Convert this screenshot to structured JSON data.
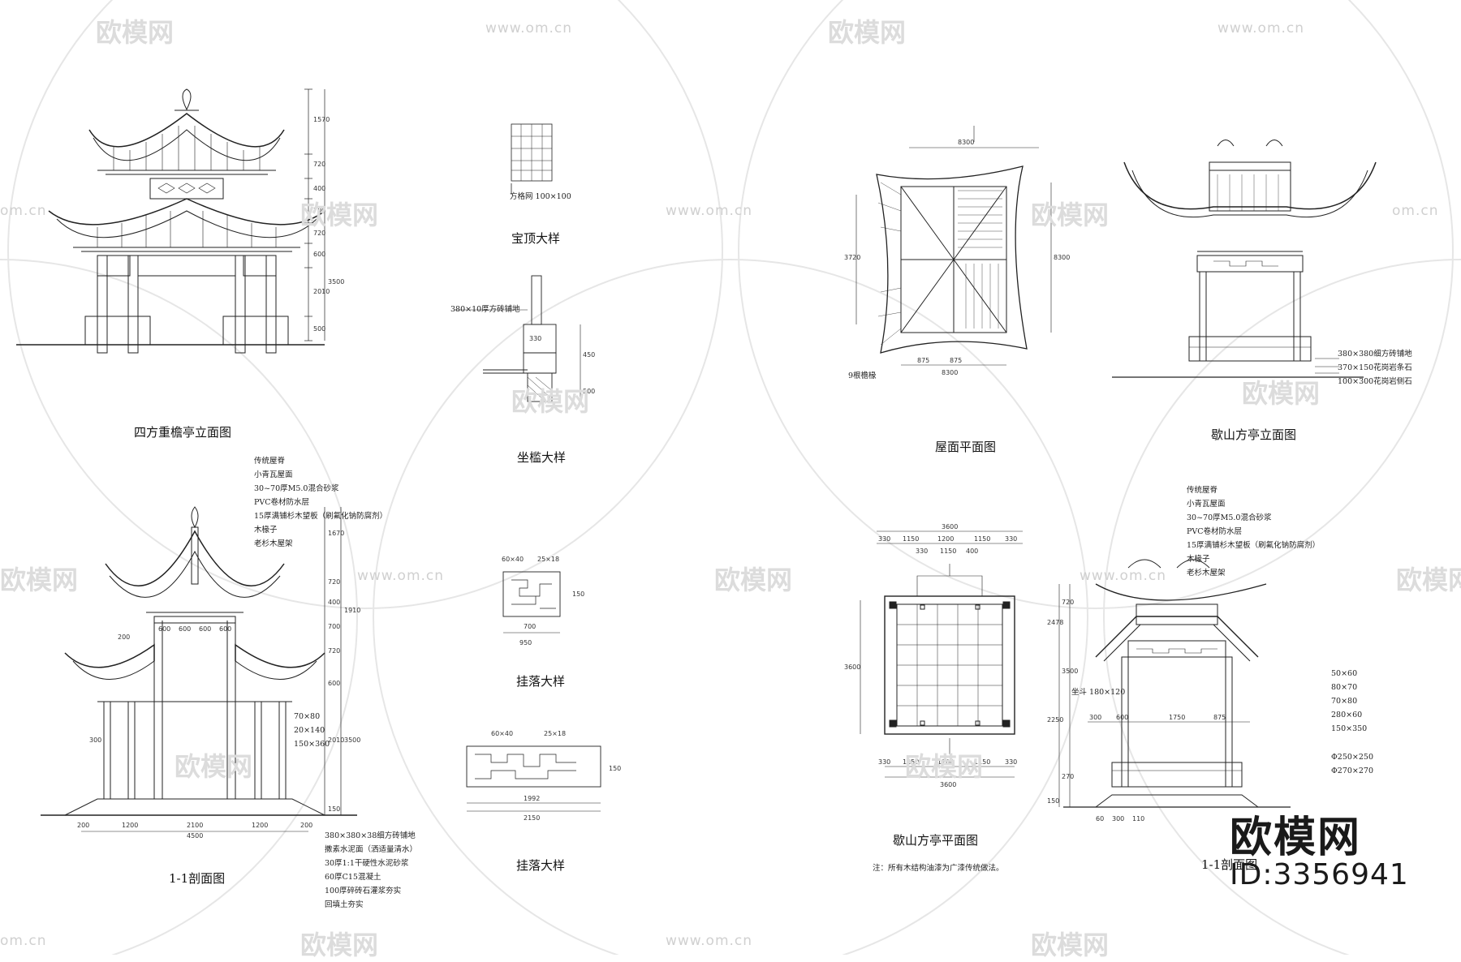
{
  "drawings": {
    "double_eave_elevation": "四方重檐亭立面图",
    "roof_top_detail": "宝顶大样",
    "seat_rail_detail": "坐槛大样",
    "hanging_detail_1": "挂落大样",
    "hanging_detail_2": "挂落大样",
    "section_1": "1-1剖面图",
    "roof_plan": "屋面平面图",
    "gable_elevation": "歇山方亭立面图",
    "gable_plan": "歇山方亭平面图",
    "section_2": "1-1剖面图"
  },
  "annotations": {
    "lattice": "方格网 100×100",
    "seat_board": "380×10厚方砖铺地",
    "hip_rafter": "9根檐椽",
    "plan_note": "注：所有木结构油漆为广漆传统做法。",
    "member_1": "坐斗 180×120"
  },
  "roof_layers": [
    "传统屋脊",
    "小青瓦屋面",
    "30~70厚M5.0混合砂浆",
    "PVC卷材防水层",
    "15厚满铺杉木望板（刷氟化钠防腐剂）",
    "木椽子",
    "老杉木屋架"
  ],
  "roof_layers_right": [
    "传统屋脊",
    "小青瓦屋面",
    "30~70厚M5.0混合砂浆",
    "PVC卷材防水层",
    "15厚满铺杉木望板（刷氟化钠防腐剂）",
    "木椽子",
    "老杉木屋架"
  ],
  "floor_layers": [
    "380×380×38细方砖铺地",
    "撒素水泥面（洒适量清水）",
    "30厚1:1干硬性水泥砂浆",
    "60厚C15混凝土",
    "100厚碎砖石灌浆夯实",
    "回填土夯实"
  ],
  "elevation_right_layers": [
    "380×380细方砖铺地",
    "370×150花岗岩条石",
    "100×300花岗岩侧石"
  ],
  "member_sizes": [
    "50×60",
    "80×70",
    "70×80",
    "280×60",
    "150×350"
  ],
  "member_sizes_left": [
    "70×80",
    "20×140",
    "150×360"
  ],
  "member_sizes_lower": [
    "Φ250×250",
    "Φ270×270"
  ],
  "dims": {
    "elev_total": "8300",
    "plan_total": "3600",
    "plan_sub": [
      "330",
      "1150",
      "1200",
      "1150",
      "330"
    ],
    "section_bottom": [
      "200",
      "1200",
      "2100",
      "1200",
      "200"
    ],
    "section_total": "4500",
    "rail_width": "950",
    "rail_inner": "700",
    "rail_top": [
      "60×40",
      "25×18"
    ],
    "hang_width": "2150",
    "hang_inner": "1992",
    "hang_top": [
      "60×40",
      "25×18"
    ],
    "hang_side": "150",
    "rail_side": "150",
    "seat_dims": [
      "330",
      "450",
      "500"
    ],
    "elev_vert": [
      "1570",
      "720",
      "400",
      "700",
      "720",
      "600",
      "3500",
      "2010",
      "500"
    ],
    "section_vert": [
      "1670",
      "720",
      "400",
      "1910",
      "700",
      "720",
      "600",
      "2010",
      "3500",
      "150"
    ],
    "right_section_horiz": [
      "300",
      "600",
      "1750",
      "875"
    ],
    "right_section_vert": [
      "720",
      "2478",
      "3500",
      "2250",
      "150",
      "270"
    ],
    "right_section_bottom": [
      "60",
      "300",
      "110"
    ],
    "right_elev_bottom": [
      "875",
      "875"
    ],
    "plan_cell": [
      "330",
      "1150",
      "400"
    ],
    "section_cols": [
      "200",
      "600",
      "600",
      "600",
      "600",
      "300"
    ],
    "roof_plan_side": "3720",
    "roof_plan_top": "8300"
  },
  "watermark": {
    "site": "www.om.cn",
    "site_short": "om.cn",
    "brand": "欧模网"
  },
  "brand": {
    "logo": "欧模网",
    "id": "ID:3356941"
  },
  "colors": {
    "line": "#222222",
    "watermark": "#d4d4d4"
  }
}
